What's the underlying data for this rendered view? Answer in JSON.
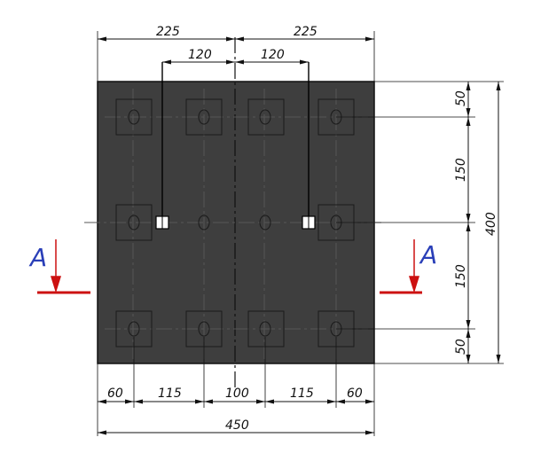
{
  "drawing": {
    "top_dims": {
      "left_half": "225",
      "right_half": "225",
      "left_offset": "120",
      "right_offset": "120"
    },
    "right_dims": {
      "top_margin": "50",
      "upper_span": "150",
      "lower_span": "150",
      "bottom_margin": "50",
      "overall_height": "400"
    },
    "bottom_dims": {
      "seg1": "60",
      "seg2": "115",
      "seg3": "100",
      "seg4": "115",
      "seg5": "60",
      "overall_width": "450"
    },
    "section": {
      "left_label": "A",
      "right_label": "A"
    },
    "colors": {
      "slab": "#3e3e3e",
      "section": "#cc1111",
      "section_label": "#2a3fb8"
    }
  }
}
